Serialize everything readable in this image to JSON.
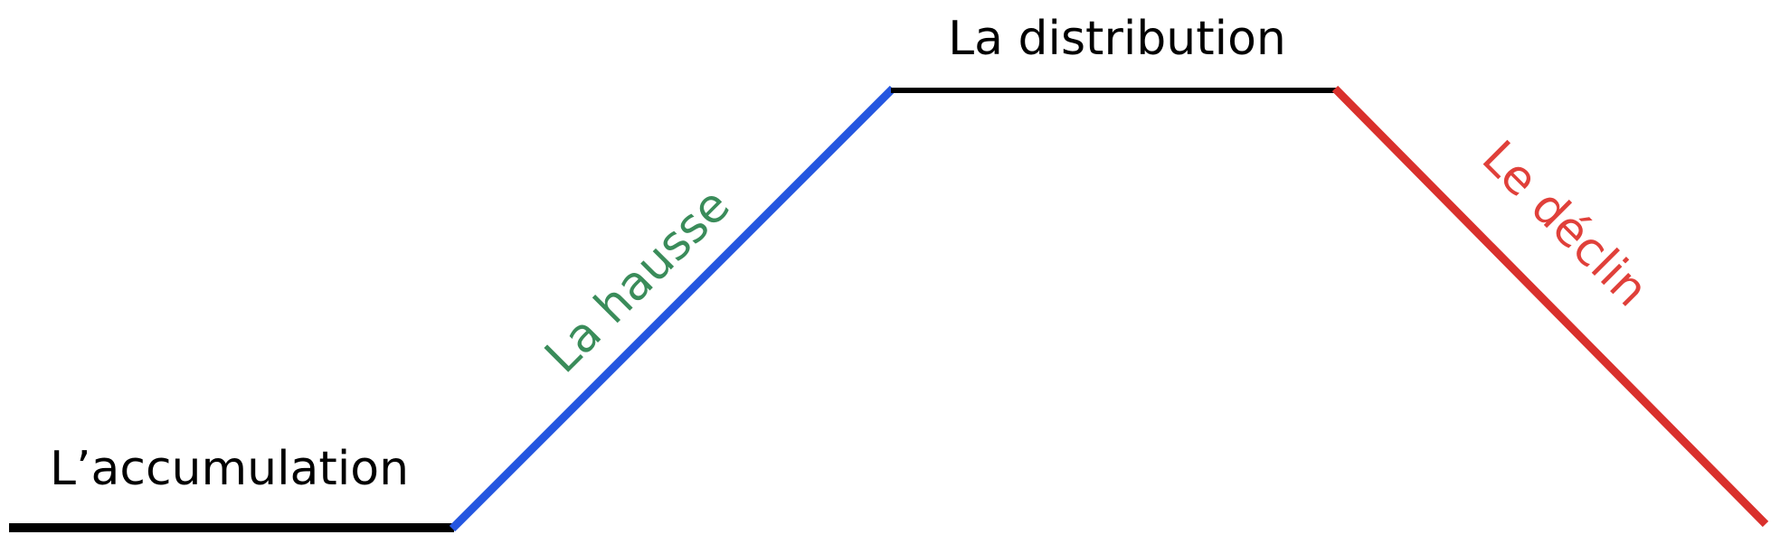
{
  "diagram": {
    "phases": [
      {
        "id": "accumulation",
        "label": "L’accumulation",
        "color": "#000000",
        "label_color": "#000000"
      },
      {
        "id": "hausse",
        "label": "La hausse",
        "color": "#2456e0",
        "label_color": "#3a8c5a"
      },
      {
        "id": "distribution",
        "label": "La distribution",
        "color": "#000000",
        "label_color": "#000000"
      },
      {
        "id": "declin",
        "label": "Le déclin",
        "color": "#d9302c",
        "label_color": "#e0403a"
      }
    ]
  }
}
